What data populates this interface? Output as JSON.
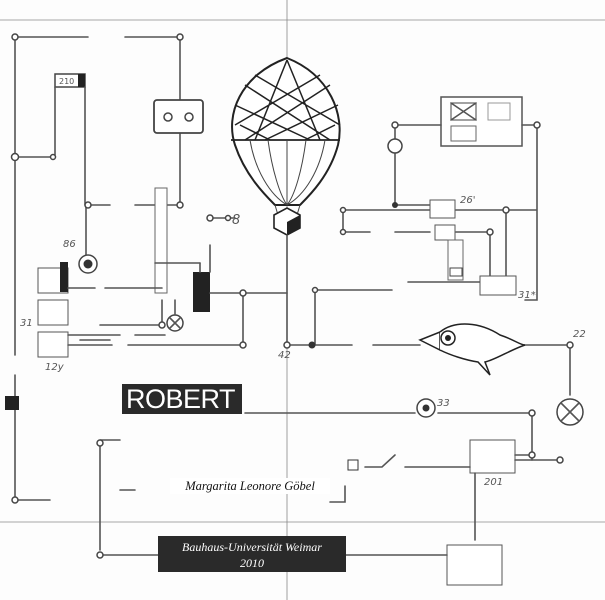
{
  "cover": {
    "title": "ROBERT",
    "author": "Margarita Leonore Göbel",
    "publisher": "Bauhaus-Universität Weimar",
    "year": "2010"
  },
  "diagram_labels": {
    "l210": "210",
    "l86": "86",
    "l8": "8",
    "l26": "26'",
    "l31": "31",
    "l12y": "12y",
    "l42": "42",
    "l31b": "31*",
    "l22": "22",
    "l33": "33",
    "l201": "201"
  },
  "colors": {
    "title_bg": "#2a2a2a",
    "ink": "#555555"
  }
}
